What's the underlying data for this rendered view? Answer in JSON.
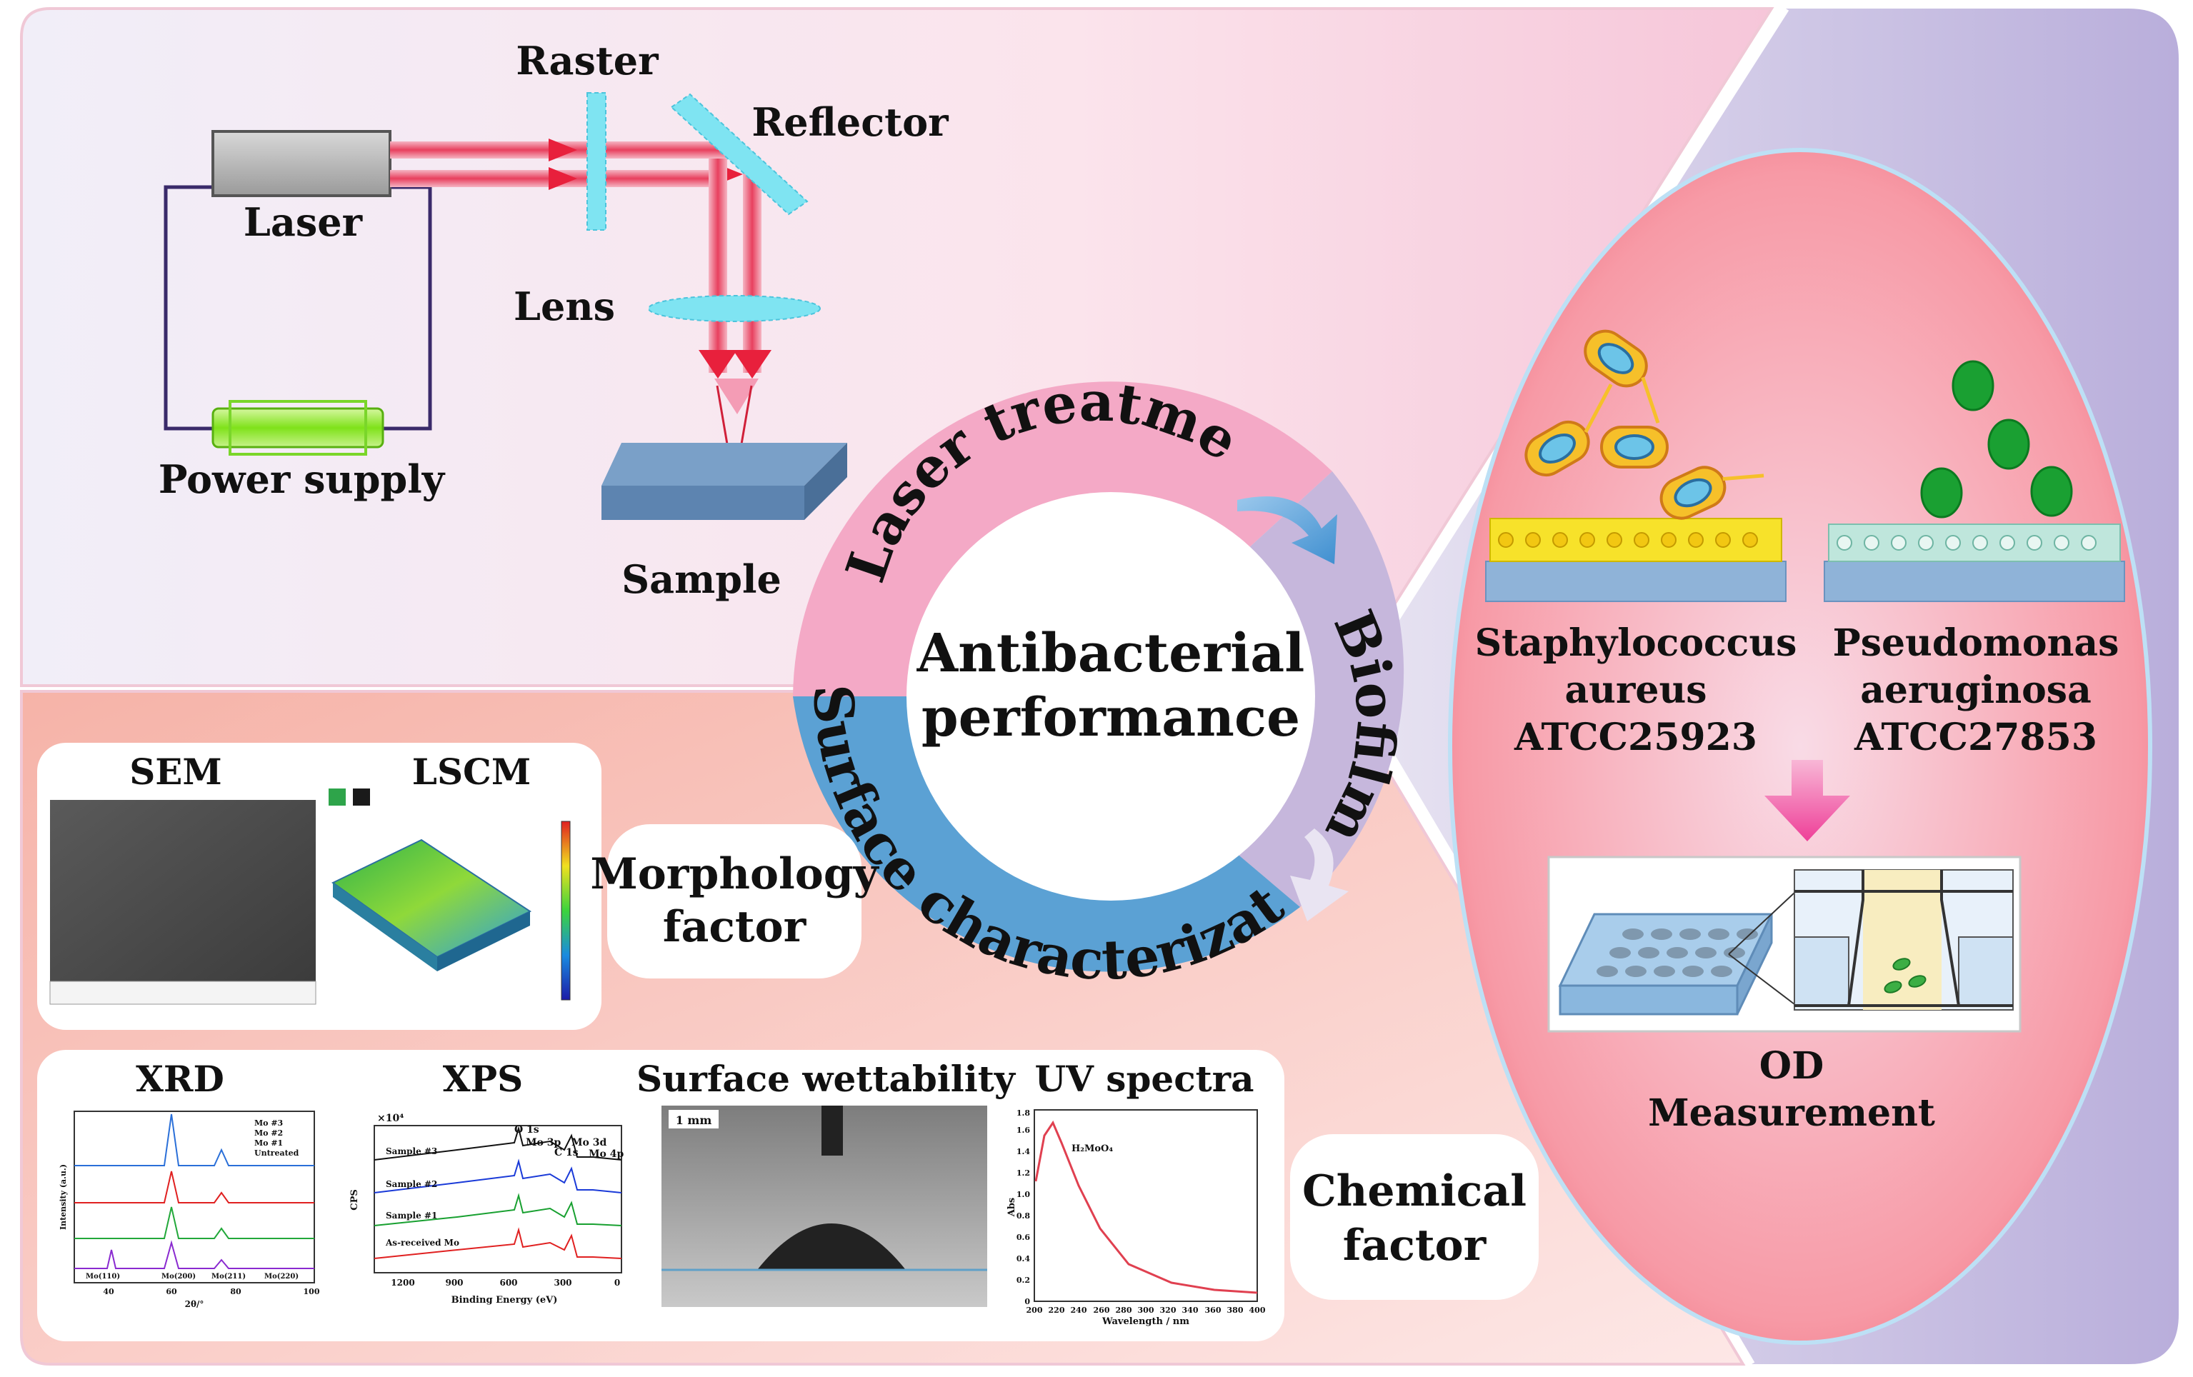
{
  "setup": {
    "laser": "Laser",
    "raster": "Raster",
    "reflector": "Reflector",
    "lens": "Lens",
    "sample": "Sample",
    "power_supply": "Power supply"
  },
  "ring": {
    "center_line1": "Antibacterial",
    "center_line2": "performance",
    "laser_treatment": "Laser treatment",
    "biofilm": "Biofilm",
    "surface_characterization": "Surface characterization"
  },
  "biofilm": {
    "sa_line1": "Staphylococcus",
    "sa_line2": "aureus",
    "sa_line3": "ATCC25923",
    "pa_line1": "Pseudomonas",
    "pa_line2": "aeruginosa",
    "pa_line3": "ATCC27853",
    "od_line1": "OD",
    "od_line2": "Measurement"
  },
  "morphology": {
    "sem_title": "SEM",
    "lscm_title": "LSCM",
    "label_line1": "Morphology",
    "label_line2": "factor"
  },
  "chemical": {
    "xrd_title": "XRD",
    "xps_title": "XPS",
    "wettability_title": "Surface wettability",
    "uv_title": "UV spectra",
    "label_line1": "Chemical",
    "label_line2": "factor",
    "xrd_legend": [
      "Mo #3",
      "Mo #2",
      "Mo #1",
      "Untreated"
    ],
    "xrd_xlabel": "2θ/°",
    "xrd_ylabel": "Intensity (a.u.)",
    "xrd_peaks": [
      "Mo(110)",
      "Mo(200)",
      "Mo(211)",
      "Mo(220)"
    ],
    "xrd_ticks": [
      "40",
      "60",
      "80",
      "100"
    ],
    "xps_scale": "×10⁴",
    "xps_ylabel": "CPS",
    "xps_xlabel": "Binding Energy (eV)",
    "xps_samples": [
      "Sample #3",
      "Sample #2",
      "Sample #1",
      "As-received Mo"
    ],
    "xps_peaks": [
      "O 1s",
      "Mo 3p",
      "C 1s",
      "Mo 3d",
      "Mo 4p"
    ],
    "xps_ticks": [
      "1200",
      "900",
      "600",
      "300",
      "0"
    ],
    "wett_scale": "1 mm",
    "uv_ylabel": "Abs",
    "uv_xlabel": "Wavelength / nm",
    "uv_compound": "H₂MoO₄",
    "uv_xticks": [
      "200",
      "220",
      "240",
      "260",
      "280",
      "300",
      "320",
      "340",
      "360",
      "380",
      "400"
    ],
    "uv_yticks": [
      "0",
      "0.2",
      "0.4",
      "0.6",
      "0.8",
      "1.0",
      "1.2",
      "1.4",
      "1.6",
      "1.8"
    ]
  },
  "colors": {
    "pink_bg": "#fbe3ea",
    "salmon_bg": "#f8c2b8",
    "purple_bg": "#cfc6e3",
    "ring_pink": "#f4a9c6",
    "ring_purple": "#c6b7dc",
    "ring_blue": "#5ba1d4",
    "beam": "#e8405e"
  }
}
